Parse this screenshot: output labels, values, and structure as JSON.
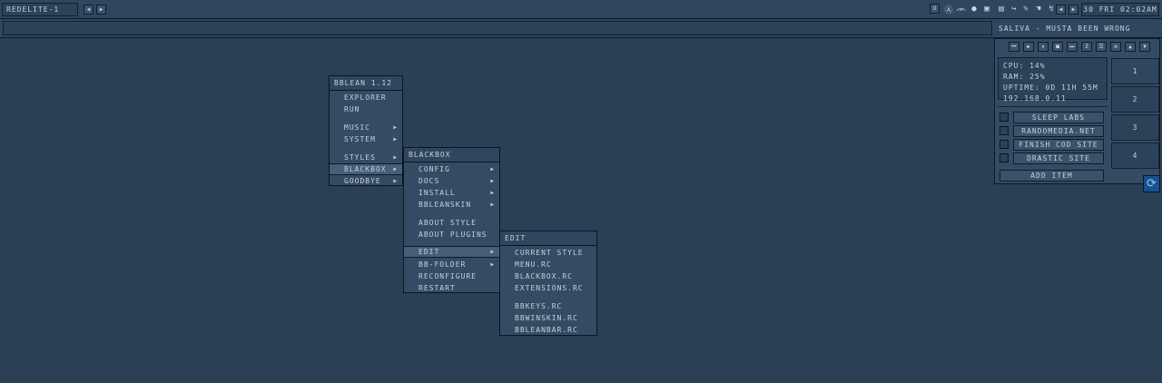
{
  "topbar": {
    "workspace_name": "RedElite-1",
    "prev_icon": "left-arrow-icon",
    "next_icon": "right-arrow-icon",
    "clock": "30 Fri 02:02am",
    "tray_icons": [
      "circle-icon",
      "logo-icon",
      "hatch-icon",
      "moon-icon",
      "window-icon",
      "window-icon",
      "monitor-icon",
      "hook-icon",
      "pen-icon",
      "hand-icon"
    ]
  },
  "nowplaying": "Saliva - Musta Been Wrong",
  "media_buttons": [
    "⏮",
    "▶",
    "⏸",
    "■",
    "⏭",
    "ƶ",
    "☰",
    "⚙",
    "▲",
    "▼"
  ],
  "sysinfo": {
    "cpu": "CPU: 14%",
    "ram": "RAM: 25%",
    "uptime": "Uptime: 0d 11h 55m",
    "ip": "192.168.0.11"
  },
  "workspaces": [
    "1",
    "2",
    "3",
    "4"
  ],
  "tasks": [
    "Sleep Labs",
    "randomedia.net",
    "Finish COD site",
    "Drastic site"
  ],
  "add_item": "Add Item",
  "menu_main": {
    "title": "bbLean 1.12",
    "items": [
      "Explorer",
      "Run",
      "Music",
      "System",
      "Styles",
      "Blackbox",
      "Goodbye"
    ]
  },
  "menu_blackbox": {
    "title": "Blackbox",
    "items": [
      "Config",
      "Docs",
      "Install",
      "bbLeanSkin",
      "About Style",
      "About Plugins",
      "Edit",
      "BB-Folder",
      "Reconfigure",
      "Restart"
    ]
  },
  "menu_edit": {
    "title": "Edit",
    "items": [
      "Current Style",
      "menu.rc",
      "blackbox.rc",
      "extensions.rc",
      "bbkeys.rc",
      "bbwinskin.rc",
      "bbleanbar.rc"
    ]
  },
  "colors": {
    "desktop": "#2a4055",
    "panel": "#344c63",
    "text": "#c4d0dc",
    "highlight": "#455f78"
  }
}
